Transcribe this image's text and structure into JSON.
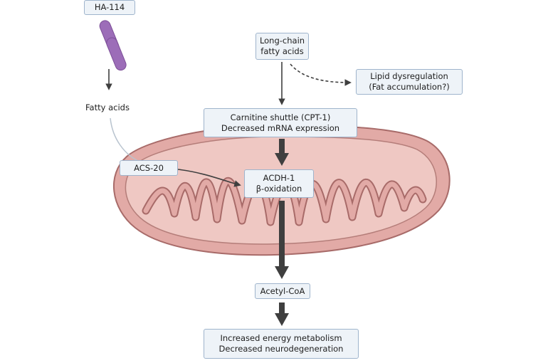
{
  "nodes": {
    "ha114": "HA-114",
    "fatty_acids": "Fatty acids",
    "long_chain": [
      "Long-chain",
      "fatty acids"
    ],
    "lipid": [
      "Lipid dysregulation",
      "(Fat accumulation?)"
    ],
    "carnitine": [
      "Carnitine shuttle (CPT-1)",
      "Decreased mRNA expression"
    ],
    "acs20": "ACS-20",
    "acdh1": [
      "ACDH-1",
      "β-oxidation"
    ],
    "acetyl": "Acetyl-CoA",
    "outcome": [
      "Increased energy metabolism",
      "Decreased neurodegeneration"
    ]
  },
  "colors": {
    "box_fill": "#eef3f8",
    "box_border": "#9fb4cc",
    "mito_outer": "#e2aaa6",
    "mito_inner": "#efc8c3",
    "mito_stroke": "#a86b69",
    "drug": "#9c6db8",
    "arrow": "#3f3f3f"
  },
  "icons": [
    "pill-capsule-icon",
    "mitochondrion-icon"
  ]
}
